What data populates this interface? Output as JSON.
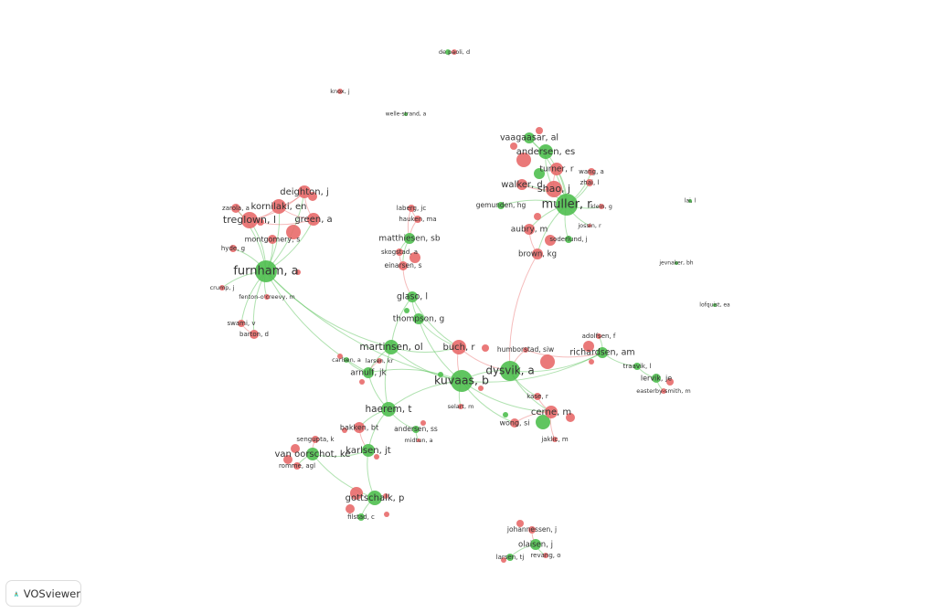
{
  "app": {
    "logo_label": "VOSviewer"
  },
  "colors": {
    "cluster_red": "#e86a6a",
    "cluster_green": "#4fbf4f"
  },
  "network": {
    "nodes": [
      {
        "label": "furnham, a",
        "cluster": "green"
      },
      {
        "label": "treglown, l",
        "cluster": "red"
      },
      {
        "label": "kornilaki, en",
        "cluster": "red"
      },
      {
        "label": "deighton, j",
        "cluster": "red"
      },
      {
        "label": "green, a",
        "cluster": "red"
      },
      {
        "label": "zarola, a",
        "cluster": "red"
      },
      {
        "label": "montgomery, s",
        "cluster": "red"
      },
      {
        "label": "hyde, g",
        "cluster": "red"
      },
      {
        "label": "crump, j",
        "cluster": "red"
      },
      {
        "label": "fenton-o'creevy, m",
        "cluster": "red"
      },
      {
        "label": "swami, v",
        "cluster": "red"
      },
      {
        "label": "barton, d",
        "cluster": "red"
      },
      {
        "label": "vaagaasar, al",
        "cluster": "green"
      },
      {
        "label": "andersen, es",
        "cluster": "green"
      },
      {
        "label": "turner, r",
        "cluster": "red"
      },
      {
        "label": "walker, d",
        "cluster": "red"
      },
      {
        "label": "shao, j",
        "cluster": "red"
      },
      {
        "label": "muller, r",
        "cluster": "green"
      },
      {
        "label": "wang, a",
        "cluster": "red"
      },
      {
        "label": "zhai, l",
        "cluster": "red"
      },
      {
        "label": "gemunden, hg",
        "cluster": "green"
      },
      {
        "label": "klein, g",
        "cluster": "red"
      },
      {
        "label": "jossin, r",
        "cluster": "red"
      },
      {
        "label": "aubry, m",
        "cluster": "red"
      },
      {
        "label": "soderlund, j",
        "cluster": "green"
      },
      {
        "label": "brown, kg",
        "cluster": "red"
      },
      {
        "label": "laberg, jc",
        "cluster": "red"
      },
      {
        "label": "hauken, ma",
        "cluster": "red"
      },
      {
        "label": "matthiesen, sb",
        "cluster": "green"
      },
      {
        "label": "skogstad, a",
        "cluster": "red"
      },
      {
        "label": "einarsen, s",
        "cluster": "red"
      },
      {
        "label": "glaso, l",
        "cluster": "green"
      },
      {
        "label": "thompson, g",
        "cluster": "green"
      },
      {
        "label": "martinsen, ol",
        "cluster": "green"
      },
      {
        "label": "buch, r",
        "cluster": "red"
      },
      {
        "label": "humborstad, siw",
        "cluster": "red"
      },
      {
        "label": "dysvik, a",
        "cluster": "green"
      },
      {
        "label": "kuvaas, b",
        "cluster": "green"
      },
      {
        "label": "richardsen, am",
        "cluster": "green"
      },
      {
        "label": "adolfsen, f",
        "cluster": "red"
      },
      {
        "label": "traavik, l",
        "cluster": "green"
      },
      {
        "label": "lervik, je",
        "cluster": "green"
      },
      {
        "label": "easterby-smith, m",
        "cluster": "red"
      },
      {
        "label": "kase, r",
        "cluster": "red"
      },
      {
        "label": "cerne, m",
        "cluster": "red"
      },
      {
        "label": "wong, si",
        "cluster": "red"
      },
      {
        "label": "jaklic, m",
        "cluster": "red"
      },
      {
        "label": "carlsen, a",
        "cluster": "green"
      },
      {
        "label": "larsen, kr",
        "cluster": "red"
      },
      {
        "label": "arnulf, jk",
        "cluster": "green"
      },
      {
        "label": "selart, m",
        "cluster": "red"
      },
      {
        "label": "haerem, t",
        "cluster": "green"
      },
      {
        "label": "andersen, ss",
        "cluster": "green"
      },
      {
        "label": "midtun, a",
        "cluster": "red"
      },
      {
        "label": "bakken, bt",
        "cluster": "red"
      },
      {
        "label": "sengupta, k",
        "cluster": "red"
      },
      {
        "label": "van oorschot, ke",
        "cluster": "green"
      },
      {
        "label": "romme, agl",
        "cluster": "red"
      },
      {
        "label": "karlsen, jt",
        "cluster": "green"
      },
      {
        "label": "gottschalk, p",
        "cluster": "green"
      },
      {
        "label": "filstad, c",
        "cluster": "green"
      },
      {
        "label": "johannessen, j",
        "cluster": "red"
      },
      {
        "label": "olaisen, j",
        "cluster": "green"
      },
      {
        "label": "larsen, tj",
        "cluster": "green"
      },
      {
        "label": "revang, o",
        "cluster": "red"
      },
      {
        "label": "de paoli, d",
        "cluster": "red"
      },
      {
        "label": "knox, j",
        "cluster": "red"
      },
      {
        "label": "welle-strand, a",
        "cluster": "green"
      },
      {
        "label": "lai, l",
        "cluster": "green"
      },
      {
        "label": "jevnaker, bh",
        "cluster": "green"
      },
      {
        "label": "lofquist, ea",
        "cluster": "green"
      }
    ]
  }
}
